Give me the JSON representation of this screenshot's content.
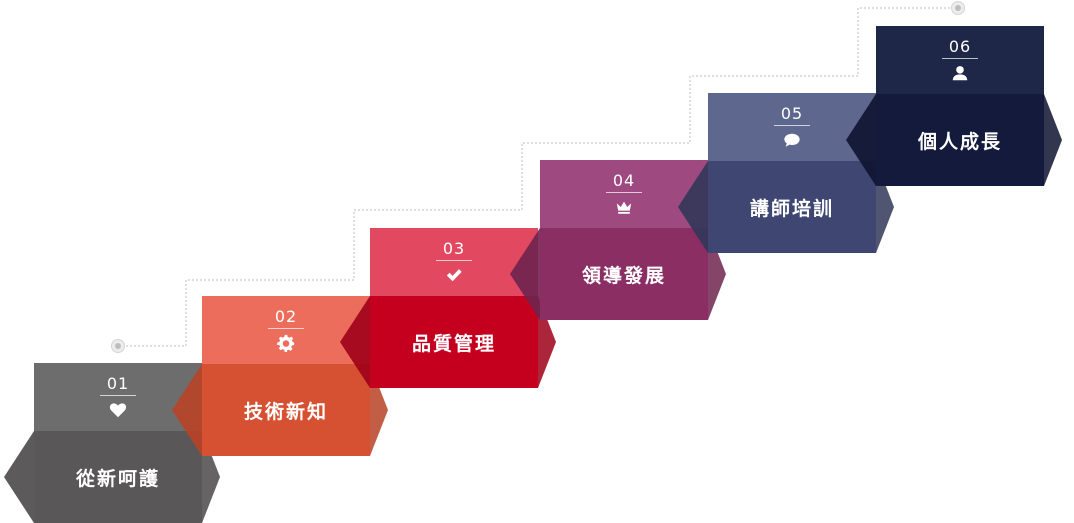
{
  "steps": [
    {
      "number": "01",
      "label": "從新呵護",
      "icon": "heart-icon",
      "top_color": "#6d6d6d",
      "bottom_color": "#5a5758",
      "wing_color": "#4a4848"
    },
    {
      "number": "02",
      "label": "技術新知",
      "icon": "gear-icon",
      "top_color": "#ec6d5b",
      "bottom_color": "#d65131",
      "wing_color": "#b84226"
    },
    {
      "number": "03",
      "label": "品質管理",
      "icon": "check-icon",
      "top_color": "#e2485f",
      "bottom_color": "#c5001f",
      "wing_color": "#9e0019"
    },
    {
      "number": "04",
      "label": "領導發展",
      "icon": "crown-icon",
      "top_color": "#9e4a80",
      "bottom_color": "#8a2e63",
      "wing_color": "#6e244f"
    },
    {
      "number": "05",
      "label": "講師培訓",
      "icon": "chat-icon",
      "top_color": "#5e688f",
      "bottom_color": "#3f4672",
      "wing_color": "#313759"
    },
    {
      "number": "06",
      "label": "個人成長",
      "icon": "user-icon",
      "top_color": "#1f2749",
      "bottom_color": "#141a3b",
      "wing_color": "#0e1330"
    }
  ]
}
